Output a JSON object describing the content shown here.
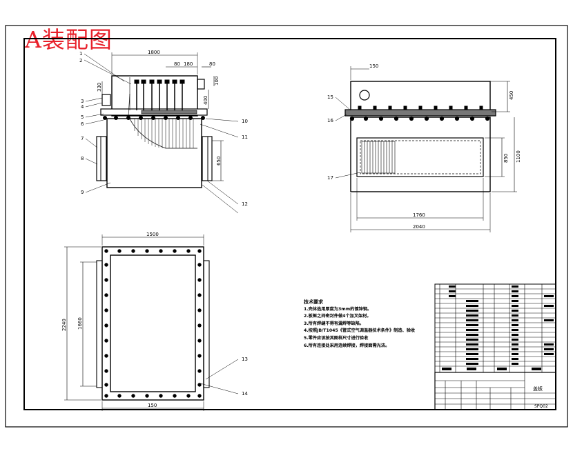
{
  "title": "A装配图",
  "technical_requirements": {
    "heading": "技术要求",
    "items": [
      "1.壳体选用厚度为3mm的镀锌钢。",
      "2.板框之间密封件做4个加叉架材。",
      "3.所有焊缝不得有漏焊等缺陷。",
      "4.按照JB/T1045《管式空气调温器技术条件》制造、验收",
      "5.零件应该按其图样尺寸进行验收",
      "6.所有连接处采用连续焊接，焊接面需光洁。"
    ]
  },
  "front_view": {
    "dims": {
      "top_width": "1800",
      "pitch_a": "80",
      "pitch_b": "180",
      "right_offset": "80",
      "right_height": "100",
      "left_height": "330",
      "pipe_height": "400",
      "side_height": "650"
    },
    "callouts": [
      "1",
      "2",
      "3",
      "4",
      "5",
      "6",
      "7",
      "8",
      "9",
      "10",
      "11",
      "12"
    ]
  },
  "side_view": {
    "dims": {
      "top_offset": "150",
      "upper_height": "450",
      "inner_height": "850",
      "total_height": "1100",
      "inner_width": "1760",
      "total_width": "2040"
    },
    "callouts": [
      "15",
      "16",
      "17"
    ]
  },
  "plan_view": {
    "dims": {
      "top_width": "1500",
      "total_height": "2240",
      "inner_height": "1660",
      "bottom_width": "150"
    },
    "callouts": [
      "13",
      "14"
    ]
  },
  "title_block": {
    "part_name": "盖板",
    "drawing_no": "SPQ02"
  },
  "colors": {
    "title": "#e8202a",
    "line": "#000000"
  }
}
